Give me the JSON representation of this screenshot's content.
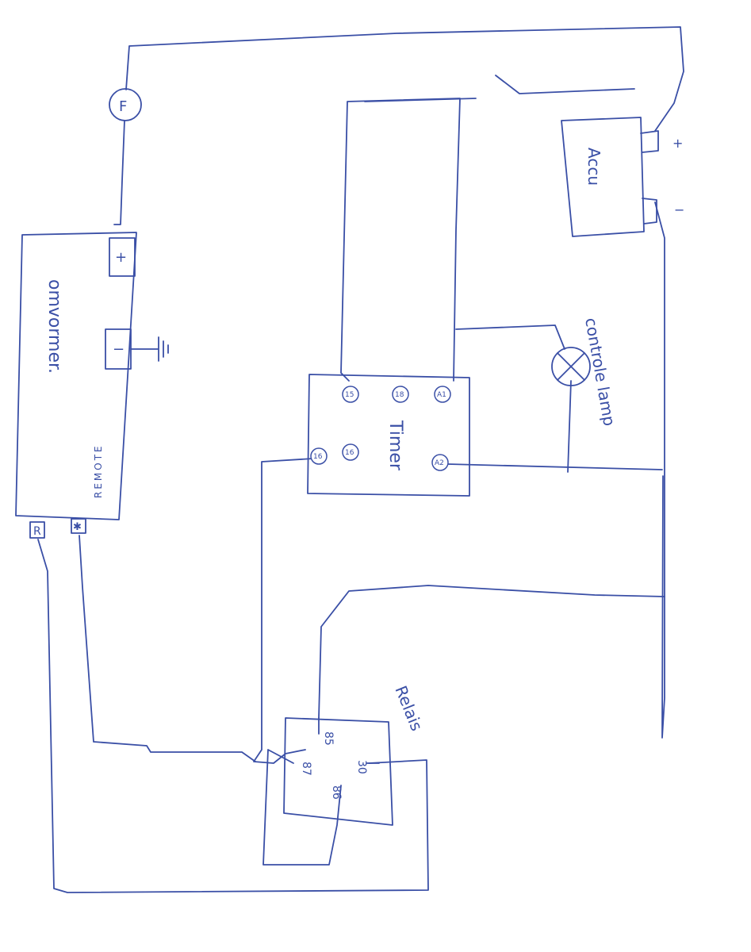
{
  "colors": {
    "ink": "#3a4fa6",
    "paper": "#ffffff"
  },
  "labels": {
    "fuse": "F",
    "converter": "omvormer.",
    "converter_plus": "+",
    "converter_minus": "−",
    "remote_side": "REMOTE",
    "remote_r": "R",
    "remote_star": "✱",
    "battery": "Accu",
    "battery_plus": "+",
    "battery_minus": "−",
    "lamp": "controle lamp",
    "timer": "Timer",
    "relay": "Relais"
  },
  "timer_pins": [
    "15",
    "18",
    "A1",
    "16",
    "16",
    "A2"
  ],
  "relay_pins": [
    "85",
    "87",
    "30",
    "86"
  ],
  "icons": [
    "fuse-icon",
    "ground-icon",
    "lamp-icon"
  ]
}
